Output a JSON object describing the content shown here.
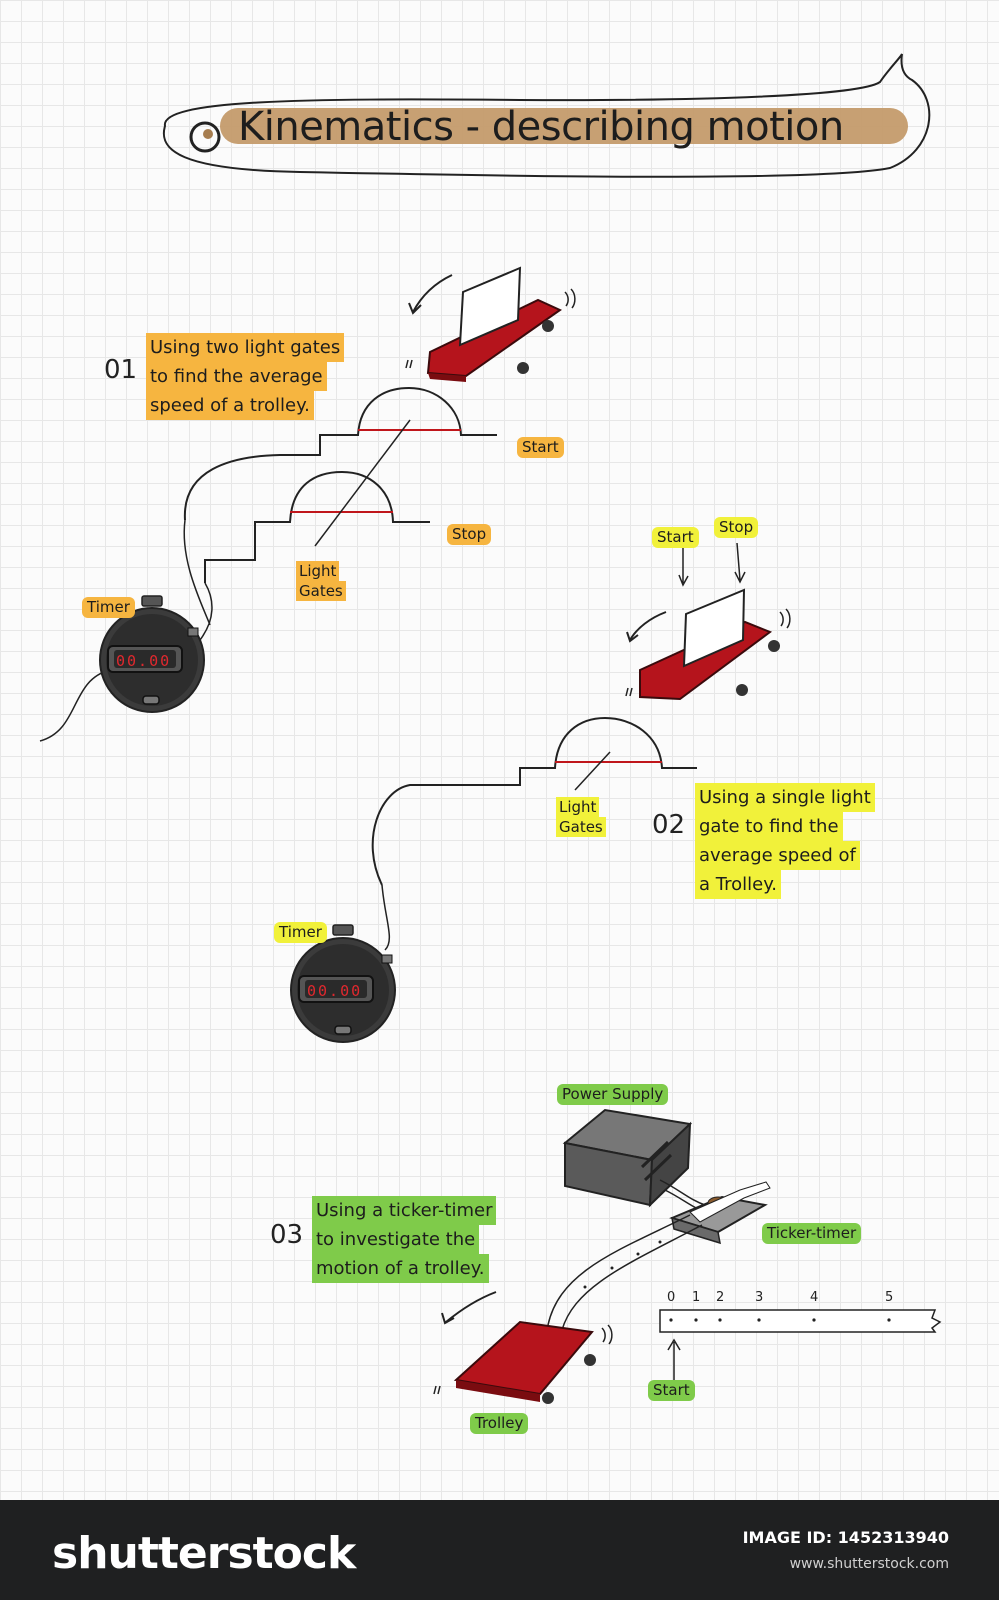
{
  "title": "Kinematics - describing motion",
  "sections": [
    {
      "number": "01",
      "lines": [
        "Using two light gates",
        "to find the average",
        "speed of a trolley."
      ],
      "labels": {
        "timer": "Timer",
        "light_gates": [
          "Light",
          "Gates"
        ],
        "start": "Start",
        "stop": "Stop"
      },
      "display": "00.00"
    },
    {
      "number": "02",
      "lines": [
        "Using a single light",
        "gate to find the",
        "average speed of",
        "a Trolley."
      ],
      "labels": {
        "timer": "Timer",
        "light_gates": [
          "Light",
          "Gates"
        ],
        "start": "Start",
        "stop": "Stop"
      },
      "display": "00.00"
    },
    {
      "number": "03",
      "lines": [
        "Using a ticker-timer",
        "to investigate the",
        "motion of a trolley."
      ],
      "labels": {
        "power_supply": "Power Supply",
        "ticker_timer": "Ticker-timer",
        "trolley": "Trolley",
        "start": "Start"
      },
      "tape_ticks": [
        "0",
        "1",
        "2",
        "3",
        "4",
        "5"
      ]
    }
  ],
  "colors": {
    "highlight_orange": "#f6b540",
    "highlight_yellow": "#f1f13a",
    "highlight_green": "#7fcb4a",
    "trolley_red": "#b5141c",
    "title_band": "#c59c6c"
  },
  "footer": {
    "brand": "shutterstock",
    "image_id": "IMAGE ID: 1452313940",
    "site": "www.shutterstock.com"
  }
}
